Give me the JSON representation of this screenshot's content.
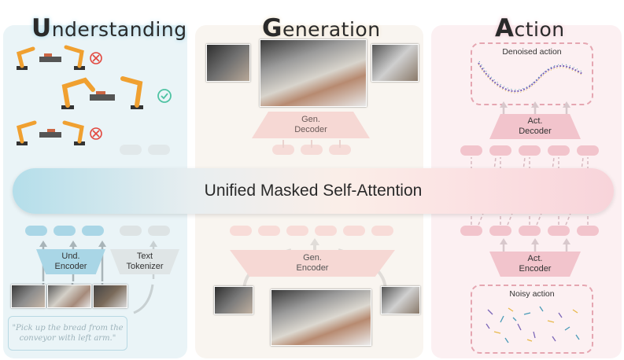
{
  "sections": {
    "understanding": {
      "cap": "U",
      "rest": "nderstanding"
    },
    "generation": {
      "cap": "G",
      "rest": "eneration"
    },
    "action": {
      "cap": "A",
      "rest": "ction"
    }
  },
  "unified_label": "Unified Masked Self-Attention",
  "understanding": {
    "encoder_line1": "Und.",
    "encoder_line2": "Encoder",
    "tokenizer_line1": "Text",
    "tokenizer_line2": "Tokenizer",
    "instruction": "\"Pick up the bread from the conveyor with left arm.\""
  },
  "generation": {
    "decoder_line1": "Gen.",
    "decoder_line2": "Decoder",
    "encoder_line1": "Gen.",
    "encoder_line2": "Encoder"
  },
  "action": {
    "denoised_label": "Denoised action",
    "noisy_label": "Noisy action",
    "decoder_line1": "Act.",
    "decoder_line2": "Decoder",
    "encoder_line1": "Act.",
    "encoder_line2": "Encoder"
  },
  "colors": {
    "understanding_panel": "#eaf4f7",
    "generation_panel": "#f9f5f0",
    "action_panel": "#fcf0f2",
    "und_accent": "#a9d6e6",
    "gen_accent": "#f6d6d3",
    "act_accent": "#f2c4cc",
    "check": "#4fc3a3",
    "cross": "#e2483f"
  }
}
